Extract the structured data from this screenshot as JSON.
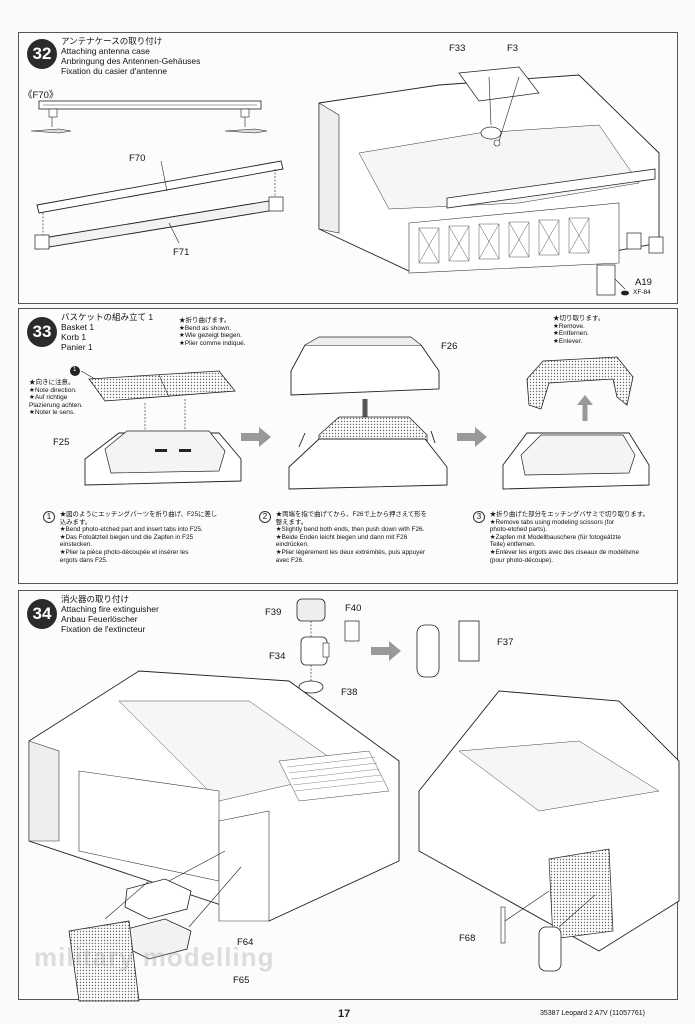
{
  "step32": {
    "number": "32",
    "title_jp": "アンテナケースの取り付け",
    "title_en": "Attaching antenna case",
    "title_de": "Anbringung des Antennen-Gehäuses",
    "title_fr": "Fixation du casier d'antenne",
    "labels": {
      "f70_bracket": "《F70》",
      "f70": "F70",
      "f71": "F71",
      "f33": "F33",
      "f3": "F3",
      "a19": "A19",
      "paint": "XF-84"
    }
  },
  "step33": {
    "number": "33",
    "title_jp": "バスケットの組み立て 1",
    "title_en": "Basket 1",
    "title_de": "Korb 1",
    "title_fr": "Panier 1",
    "bend_note": [
      "★折り曲げます。",
      "★Bend as shown.",
      "★Wie gezeigt biegen.",
      "★Plier comme indiqué."
    ],
    "direction_note": [
      "★向きに注意。",
      "★Note direction.",
      "★Auf richtige",
      "Plazierung achten.",
      "★Noter le sens."
    ],
    "remove_note": [
      "★切り取ります。",
      "★Remove.",
      "★Entfernen.",
      "★Enlever."
    ],
    "labels": {
      "f25": "F25",
      "f26": "F26",
      "circle1": "1"
    },
    "instructions": [
      {
        "num": "1",
        "lines": [
          "★図のようにエッチングパーツを折り曲げ、F25に差し",
          "込みます。",
          "★Bend photo-etched part and insert tabs into F25.",
          "★Das Fotoätzteil biegen und die Zapfen in F25",
          "einstecken.",
          "★Plier la pièce photo-découpée et insérer les",
          "ergots dans F25."
        ]
      },
      {
        "num": "2",
        "lines": [
          "★両端を指で曲げてから、F26で上から押さえて形を",
          "整えます。",
          "★Slightly bend both ends, then push down with F26.",
          "★Beide Enden leicht biegen und dann mit F26",
          "eindrücken.",
          "★Plier légèrement les deux extrémités, puis appuyer",
          "avec F26."
        ]
      },
      {
        "num": "3",
        "lines": [
          "★折り曲げた部分をエッチングバサミで切り取ります。",
          "★Remove tabs using modeling scissors (for",
          "photo-etched parts).",
          "★Zapfen mit Modellbauschere (für fotogeätzte",
          "Teile) entfernen.",
          "★Enlever les ergots avec des ciseaux de modélisme",
          "(pour photo-découpe)."
        ]
      }
    ]
  },
  "step34": {
    "number": "34",
    "title_jp": "消火器の取り付け",
    "title_en": "Attaching fire extinguisher",
    "title_de": "Anbau Feuerlöscher",
    "title_fr": "Fixation de l'extincteur",
    "labels": {
      "f39": "F39",
      "f40": "F40",
      "f34": "F34",
      "f38": "F38",
      "f37": "F37",
      "f64": "F64",
      "f65": "F65",
      "f68": "F68"
    }
  },
  "watermark": "military modelling",
  "footer": {
    "page": "17",
    "code": "35387  Leopard 2 A7V (11057761)"
  }
}
